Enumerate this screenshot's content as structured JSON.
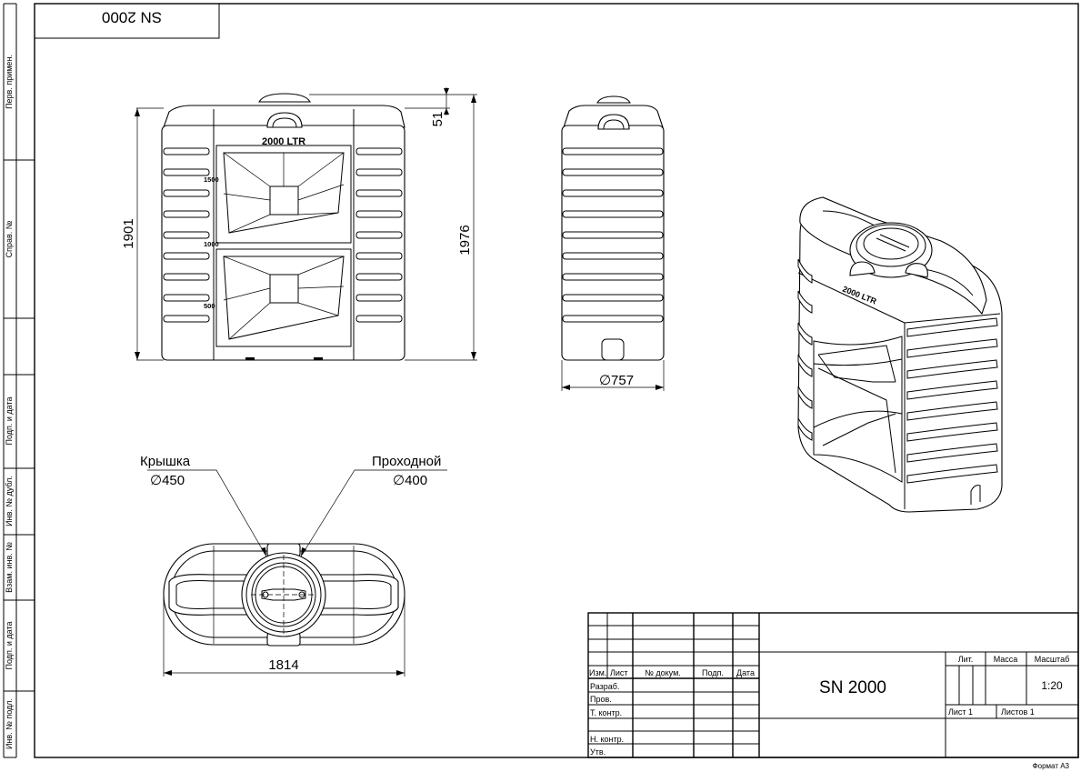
{
  "drawing": {
    "rotated_title": "SN 2000",
    "side_stamps": [
      "Перв. примен.",
      "Справ. №",
      "Подп. и дата",
      "Инв. № дубл.",
      "Взам. инв. №",
      "Подп. и дата",
      "Инв. № подл."
    ],
    "tank_label": "2000 LTR",
    "level_marks": [
      "1500",
      "1000",
      "500"
    ],
    "dim_height_body": "1901",
    "dim_height_total": "1976",
    "dim_cap_offset": "51",
    "dim_diameter": "∅757",
    "dim_length": "1814",
    "callout_lid": {
      "name": "Крышка",
      "size": "∅450"
    },
    "callout_hatch": {
      "name": "Проходной",
      "size": "∅400"
    },
    "title_block": {
      "designation": "SN 2000",
      "col_headers": [
        "Изм.",
        "Лист",
        "№ докум.",
        "Подп.",
        "Дата"
      ],
      "roles": [
        "Разраб.",
        "Пров.",
        "Т. контр.",
        "Н. контр.",
        "Утв."
      ],
      "lit_label": "Лит.",
      "mass_label": "Масса",
      "scale_label": "Масштаб",
      "scale_value": "1:20",
      "sheet_label": "Лист 1",
      "sheets_label": "Листов 1"
    },
    "format_label": "Формат А3"
  }
}
